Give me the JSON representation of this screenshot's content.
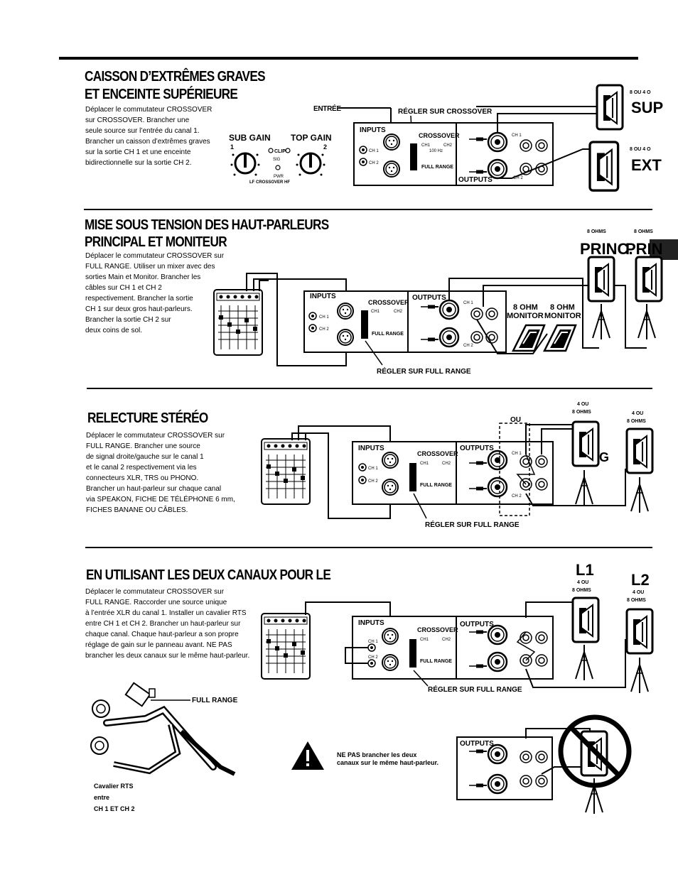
{
  "s1": {
    "title1": "CAISSON D’EXTRÊMES GRAVES",
    "title2": "ET ENCEINTE SUPÉRIEURE",
    "body": "Déplacer le commutateur CROSSOVER\nsur CROSSOVER. Brancher une\nseule source sur l’entrée du canal 1.\nBrancher un caisson d’extrêmes graves\nsur la sortie CH 1 et une enceinte\nbidirectionnelle sur la sortie CH 2.",
    "entree": "ENTRÉE",
    "regler": "RÉGLER SUR CROSSOVER",
    "sub_gain": "SUB GAIN",
    "top_gain": "TOP GAIN",
    "knob_1": "1",
    "knob_2": "2",
    "clip": "CLIP",
    "pwr": "PWR",
    "sig": "SIG",
    "lf_crossover_hf": "LF  CROSSOVER  HF",
    "spk1_ohms": "8 OU 4 O",
    "spk1_name": "SUP",
    "spk2_ohms": "8 OU 4 O",
    "spk2_name": "EXT"
  },
  "s2": {
    "title1": "MISE SOUS TENSION DES HAUT-PARLEURS",
    "title2": "PRINCIPAL ET MONITEUR",
    "body": "Déplacer le commutateur CROSSOVER sur\nFULL RANGE. Utiliser un mixer avec des\nsorties Main et Monitor. Brancher les\ncâbles sur CH 1 et CH 2\nrespectivement. Brancher la sortie\nCH 1 sur deux gros haut-parleurs.\nBrancher la sortie CH 2 sur\ndeux coins de sol.",
    "regler": "RÉGLER SUR FULL RANGE",
    "mon1_ohms": "8 OHM",
    "mon1_name": "MONITOR",
    "mon2_ohms": "8 OHM",
    "mon2_name": "MONITOR",
    "main1_ohms": "8 OHMS",
    "main1_name": "PRINC.",
    "main2_ohms": "8 OHMS",
    "main2_name": "PRIN"
  },
  "s3": {
    "title1": "RELECTURE STÉRÉO",
    "body": "Déplacer le commutateur CROSSOVER sur\nFULL RANGE. Brancher une source\nde signal droite/gauche sur le canal 1\net le canal 2 respectivement via les\nconnecteurs XLR, TRS ou PHONO.\nBrancher un haut-parleur sur chaque canal\nvia SPEAKON, FICHE DE TÉLÉPHONE 6 mm,\nFICHES BANANE OU CÂBLES.",
    "regler": "RÉGLER SUR FULL RANGE",
    "ou": "OU",
    "spkL_ohms1": "4 OU",
    "spkL_ohms2": "8 OHMS",
    "spkL_name": "G",
    "spkR_ohms1": "4 OU",
    "spkR_ohms2": "8 OHMS"
  },
  "s4": {
    "title1": "EN UTILISANT LES DEUX CANAUX POUR LE",
    "body": "Déplacer le commutateur CROSSOVER sur\nFULL RANGE. Raccorder une source unique\nà l’entrée XLR du canal 1. Installer un cavalier RTS\nentre CH 1 et CH 2. Brancher un haut-parleur sur\nchaque canal. Chaque haut-parleur a son propre\nréglage de gain sur le panneau avant. NE PAS\nbrancher les deux canaux sur le même haut-parleur.",
    "regler": "RÉGLER SUR FULL RANGE",
    "full_range": "FULL RANGE",
    "cavalier1": "Cavalier RTS",
    "cavalier2": "entre",
    "cavalier3": "CH 1 ET CH 2",
    "warn1": "NE PAS brancher les deux",
    "warn2": "canaux sur le même haut-parleur.",
    "l1": "L1",
    "l1_ohms1": "4 OU",
    "l1_ohms2": "8 OHMS",
    "l2": "L2",
    "l2_ohms1": "4 OU",
    "l2_ohms2": "8 OHMS"
  },
  "panel": {
    "inputs": "INPUTS",
    "outputs": "OUTPUTS",
    "crossover": "CROSSOVER",
    "ch1": "CH 1",
    "ch2": "CH 2",
    "ch1_short": "CH1",
    "ch2_short": "CH2",
    "lf": "LF",
    "hz": "100 Hz",
    "hf": "HF",
    "full_range": "FULL RANGE",
    "plus": "+",
    "minus": "−"
  }
}
